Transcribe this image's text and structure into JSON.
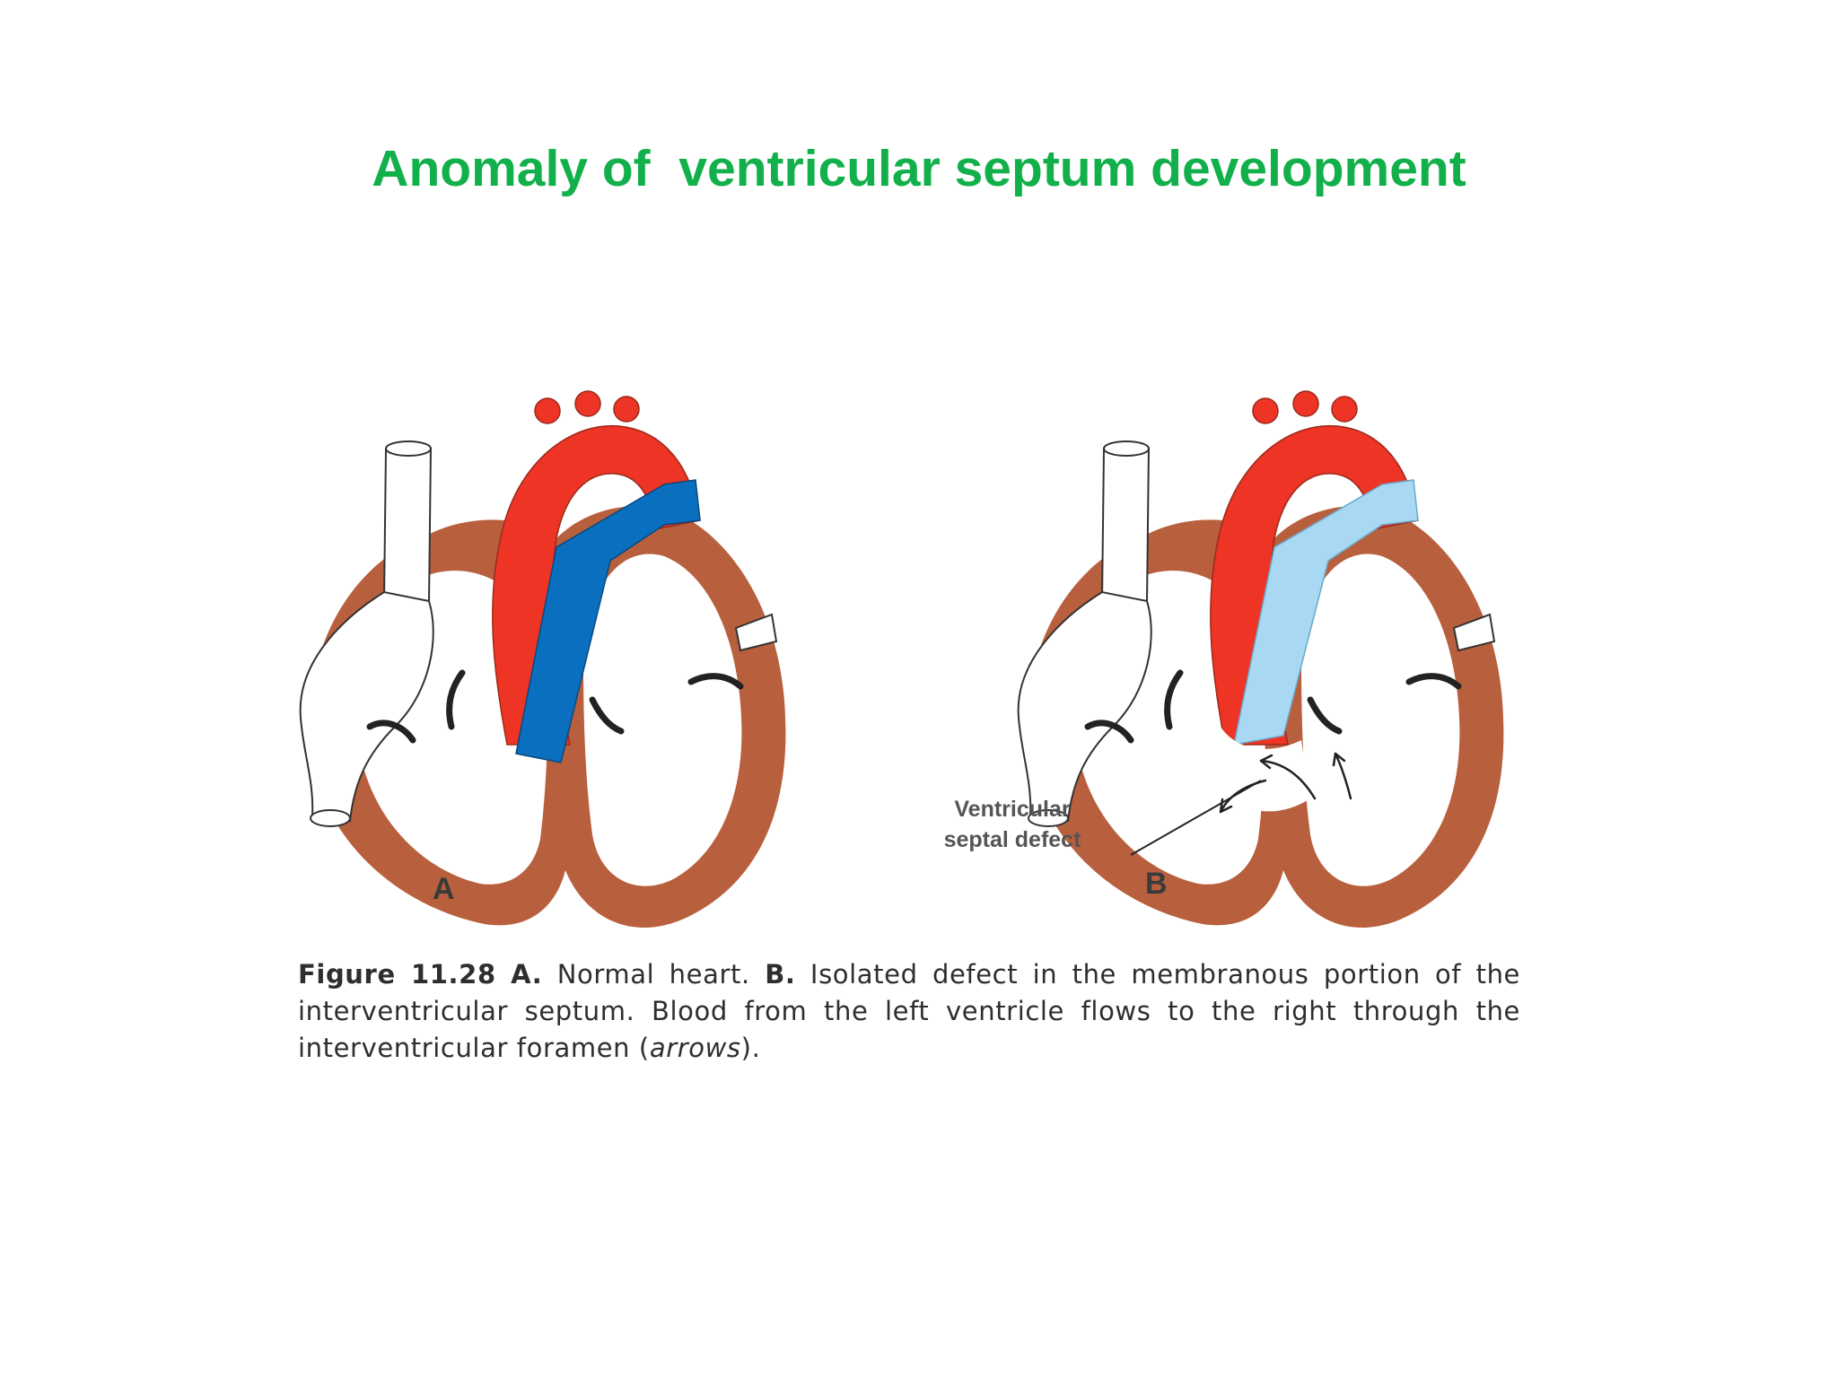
{
  "slide": {
    "title": "Anomaly of  ventricular septum development",
    "title_color": "#12b04a"
  },
  "figure": {
    "panel_a_label": "A",
    "panel_b_label": "B",
    "vsd_label_line1": "Ventricular",
    "vsd_label_line2": "septal defect",
    "colors": {
      "myocardium": "#b8603e",
      "aorta": "#ee3424",
      "pulmonary_normal": "#0b6fc0",
      "pulmonary_mixed": "#a8d8f2",
      "vein": "#ffffff",
      "valve": "#222222"
    }
  },
  "caption": {
    "fig_number": "Figure 11.28",
    "part_a_tag": "A.",
    "part_a_text": "Normal heart.",
    "part_b_tag": "B.",
    "part_b_text": "Isolated defect in the membranous portion of the interventricular septum. Blood from the left ventricle flows to the right through the interventricular foramen (",
    "arrows_word": "arrows",
    "end_text": ")."
  }
}
